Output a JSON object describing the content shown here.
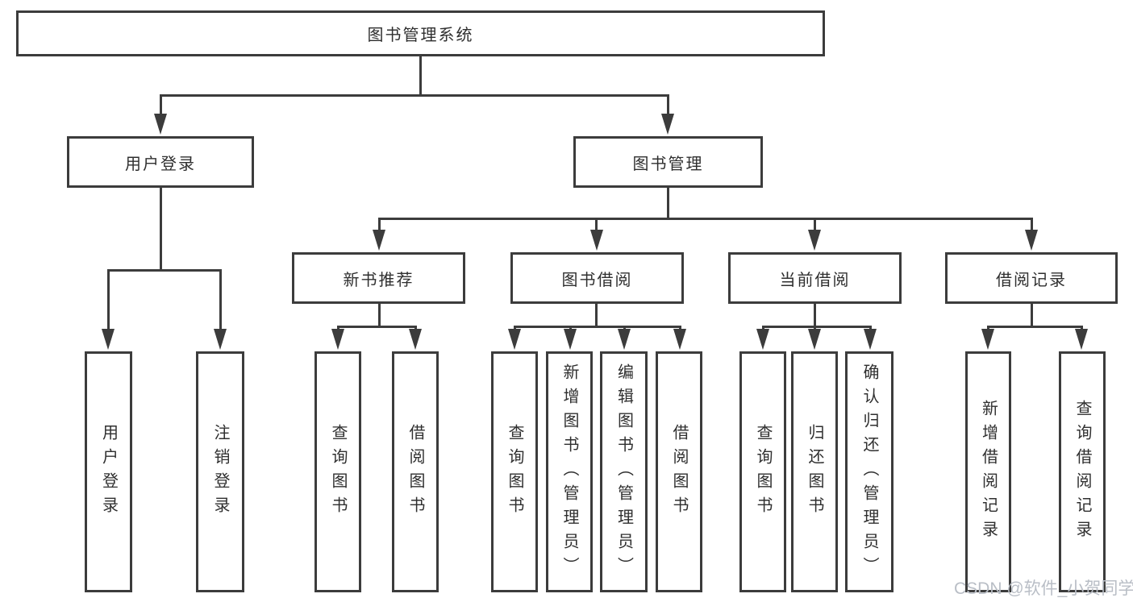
{
  "tree": {
    "root": {
      "label": "图书管理系统"
    },
    "branches": [
      {
        "label": "用户登录",
        "children": [
          {
            "label": "用户登录"
          },
          {
            "label": "注销登录"
          }
        ]
      },
      {
        "label": "图书管理",
        "children": [
          {
            "label": "新书推荐",
            "children": [
              {
                "label": "查询图书"
              },
              {
                "label": "借阅图书"
              }
            ]
          },
          {
            "label": "图书借阅",
            "children": [
              {
                "label": "查询图书"
              },
              {
                "label": "新增图书（管理员）"
              },
              {
                "label": "编辑图书（管理员）"
              },
              {
                "label": "借阅图书"
              }
            ]
          },
          {
            "label": "当前借阅",
            "children": [
              {
                "label": "查询图书"
              },
              {
                "label": "归还图书"
              },
              {
                "label": "确认归还（管理员）"
              }
            ]
          },
          {
            "label": "借阅记录",
            "children": [
              {
                "label": "新增借阅记录"
              },
              {
                "label": "查询借阅记录"
              }
            ]
          }
        ]
      }
    ]
  },
  "watermark": {
    "text": "CSDN @软件_小贺同学"
  },
  "colors": {
    "line": "#3c3c3c",
    "text": "#2f2f2f",
    "watermark": "#b9bec6",
    "background": "#ffffff"
  }
}
